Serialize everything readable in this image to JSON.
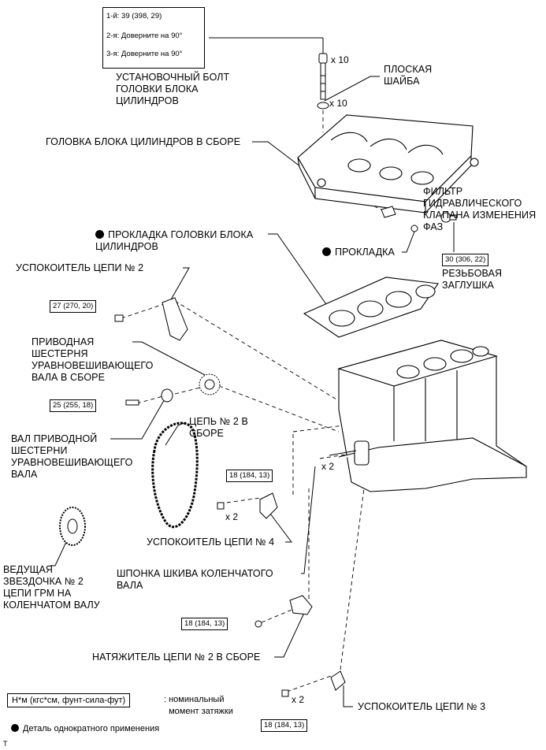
{
  "torque_box": {
    "line1": "1-й: 39 (398, 29)",
    "line2": "2-я: Доверните на 90°",
    "line3": "3-я: Доверните на 90°"
  },
  "labels": {
    "head_bolt": "УСТАНОВОЧНЫЙ БОЛТ\nГОЛОВКИ БЛОКА\nЦИЛИНДРОВ",
    "flat_washer": "ПЛОСКАЯ\nШАЙБА",
    "head_assembly": "ГОЛОВКА БЛОКА ЦИЛИНДРОВ В СБОРЕ",
    "vvt_filter": "ФИЛЬТР\nГИДРАВЛИЧЕСКОГО\nКЛАПАНА ИЗМЕНЕНИЯ\nФАЗ",
    "head_gasket": "ПРОКЛАДКА ГОЛОВКИ БЛОКА\nЦИЛИНДРОВ",
    "gasket": "ПРОКЛАДКА",
    "screw_plug": "РЕЗЬБОВАЯ\nЗАГЛУШКА",
    "damper2": "УСПОКОИТЕЛЬ ЦЕПИ № 2",
    "balance_gear": "ПРИВОДНАЯ\nШЕСТЕРНЯ\nУРАВНОВЕШИВАЮЩЕГО\nВАЛА В СБОРЕ",
    "chain2": "ЦЕПЬ № 2 В\nСБОРЕ",
    "balance_shaft": "ВАЛ ПРИВОДНОЙ\nШЕСТЕРНИ\nУРАВНОВЕШИВАЮЩЕГО\nВАЛА",
    "damper4": "УСПОКОИТЕЛЬ ЦЕПИ № 4",
    "pulley_key": "ШПОНКА ШКИВА КОЛЕНЧАТОГО\nВАЛА",
    "crank_sprocket": "ВЕДУЩАЯ\nЗВЕЗДОЧКА № 2\nЦЕПИ ГРМ НА\nКОЛЕНЧАТОМ ВАЛУ",
    "tensioner2": "НАТЯЖИТЕЛЬ ЦЕПИ № 2 В СБОРЕ",
    "damper3": "УСПОКОИТЕЛЬ ЦЕПИ № 3"
  },
  "torques": {
    "plug": "30 (306, 22)",
    "damper2_bolt": "27 (270, 20)",
    "gear_bolt": "25 (255, 18)",
    "damper4_bolt": "18 (184, 13)",
    "tensioner_bolt": "18 (184, 13)",
    "damper3_bolt": "18 (184, 13)"
  },
  "quantities": {
    "bolt": "x 10",
    "washer": "x 10",
    "damper4": "x 2",
    "key": "x 2",
    "damper3": "x 2"
  },
  "legend": {
    "unit_box": "Н*м (кгс*см, фунт-сила-фут)",
    "unit_desc": ": номинальный\n  момент затяжки",
    "single_use": "Деталь однократного применения",
    "footer": "T"
  }
}
